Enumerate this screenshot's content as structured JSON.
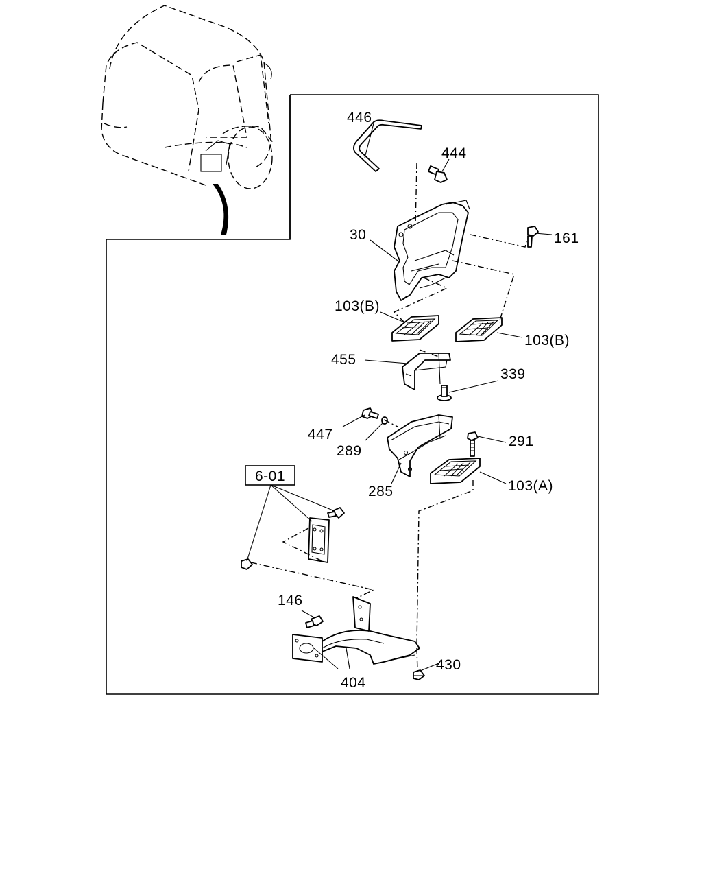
{
  "callouts": {
    "c446": "446",
    "c444": "444",
    "c30": "30",
    "c161": "161",
    "c103b_left": "103(B)",
    "c103b_right": "103(B)",
    "c455": "455",
    "c339": "339",
    "c447": "447",
    "c289": "289",
    "c291": "291",
    "c285": "285",
    "c103a": "103(A)",
    "c146": "146",
    "c430": "430",
    "c404": "404"
  },
  "reference_box": "6-01"
}
